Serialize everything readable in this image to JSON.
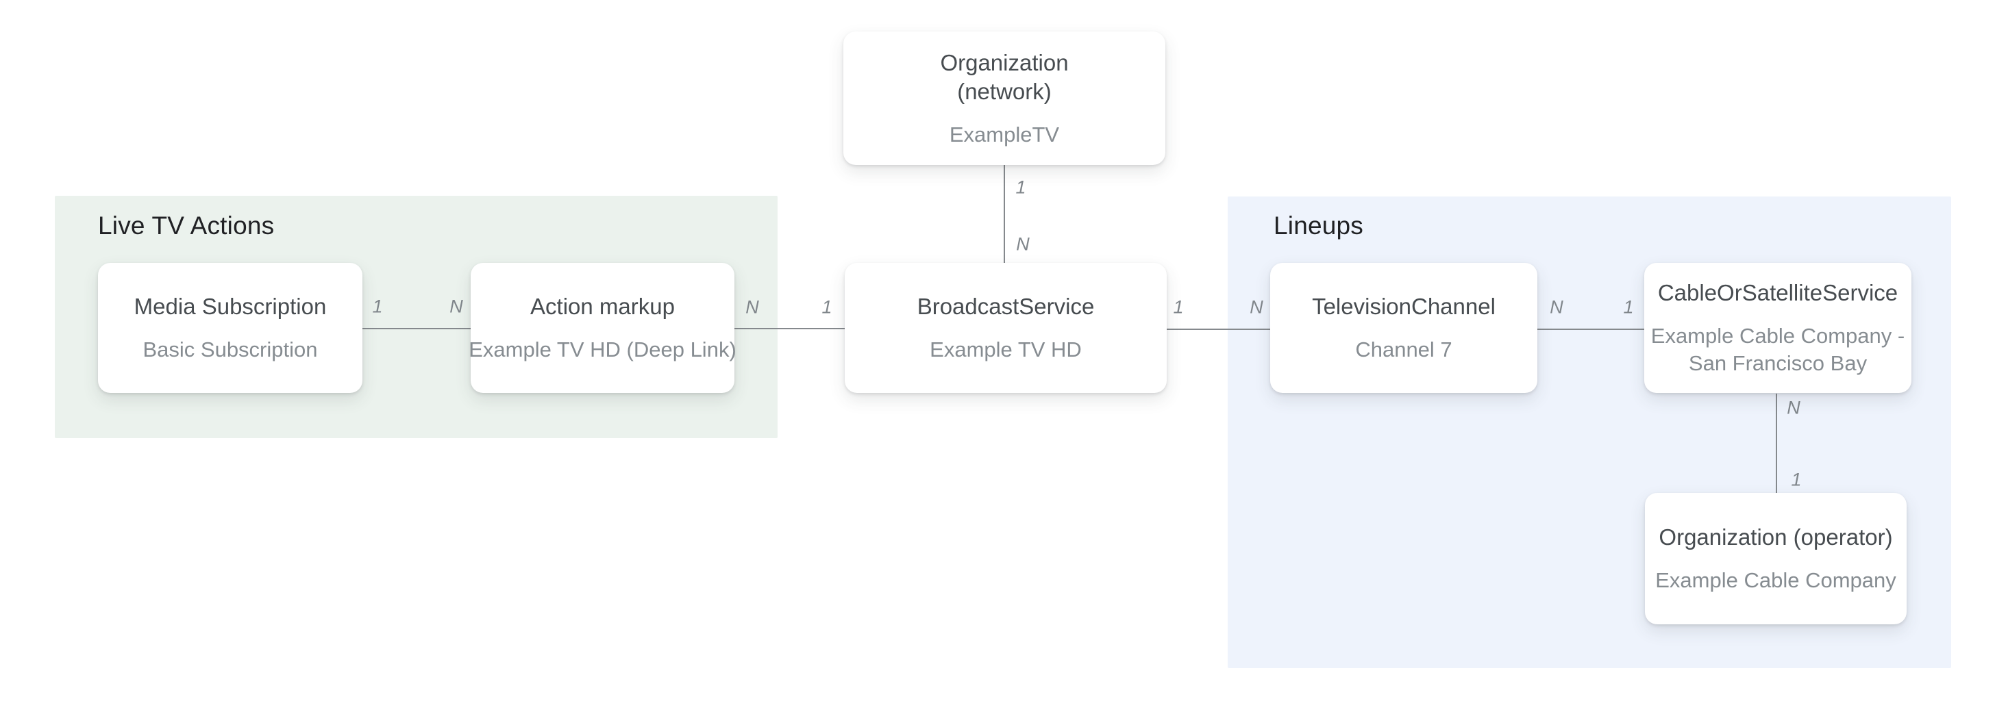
{
  "diagram": {
    "panels": {
      "live_tv_actions": {
        "label": "Live TV Actions"
      },
      "lineups": {
        "label": "Lineups"
      }
    },
    "nodes": {
      "org_network": {
        "title_line1": "Organization",
        "title_line2": "(network)",
        "subtitle": "ExampleTV"
      },
      "media_subscription": {
        "title": "Media Subscription",
        "subtitle": "Basic Subscription"
      },
      "action_markup": {
        "title": "Action markup",
        "subtitle": "Example TV HD (Deep Link)"
      },
      "broadcast_service": {
        "title": "BroadcastService",
        "subtitle": "Example TV HD"
      },
      "television_channel": {
        "title": "TelevisionChannel",
        "subtitle": "Channel 7"
      },
      "cable_or_satellite_service": {
        "title": "CableOrSatelliteService",
        "subtitle_line1": "Example Cable Company -",
        "subtitle_line2": "San Francisco Bay"
      },
      "org_operator": {
        "title": "Organization (operator)",
        "subtitle": "Example Cable Company"
      }
    },
    "edges": {
      "media_subscription_to_action_markup": {
        "from_label": "1",
        "to_label": "N"
      },
      "action_markup_to_broadcast_service": {
        "from_label": "N",
        "to_label": "1"
      },
      "org_network_to_broadcast_service": {
        "from_label": "1",
        "to_label": "N"
      },
      "broadcast_service_to_television_channel": {
        "from_label": "1",
        "to_label": "N"
      },
      "television_channel_to_cable_or_satellite_service": {
        "from_label": "N",
        "to_label": "1"
      },
      "cable_or_satellite_service_to_org_operator": {
        "from_label": "N",
        "to_label": "1"
      }
    },
    "colors": {
      "live_tv_actions_panel": "#ebf2ed",
      "lineups_panel": "#eef3fc",
      "node_background": "#ffffff",
      "node_title": "#474c50",
      "node_subtitle": "#868c91",
      "heading": "#202124",
      "connector_line": "#85898d",
      "cardinality_label": "#80868b"
    }
  }
}
